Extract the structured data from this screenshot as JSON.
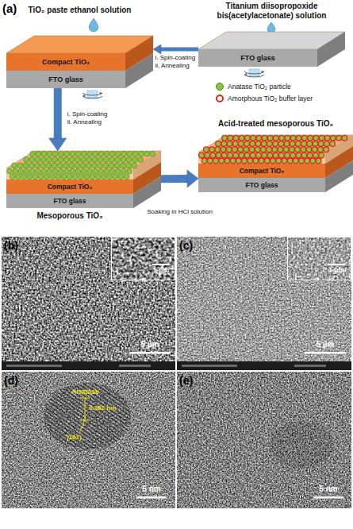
{
  "diagram": {
    "nodes": [
      {
        "text": [
          "TiO₂ paste ethanol solution"
        ]
      },
      {
        "text": [
          "Compact TiO₂"
        ],
        "in": 0
      },
      {
        "text": [
          "FTO glass"
        ],
        "in": 0
      },
      {
        "text": [
          "Titanium diisopropoxide bis(acetylacetonate) solution"
        ]
      },
      {
        "text": [
          "FTO glass"
        ],
        "in": 3
      },
      {
        "text": [
          "Mesoporous TiO₂"
        ]
      },
      {
        "text": [
          "Compact TiO₂"
        ],
        "in": 5
      },
      {
        "text": [
          "FTO glass"
        ],
        "in": 5
      },
      {
        "text": [
          "Acid-treated mesoporous TiO₂"
        ]
      },
      {
        "text": [
          "Compact TiO₂"
        ],
        "in": 8
      },
      {
        "text": [
          "FTO glass"
        ],
        "in": 8
      }
    ],
    "edges": [
      {
        "from": 3,
        "to": 0,
        "arrow": "to",
        "label": "i. Spin-coating ii. Annealing"
      },
      {
        "from": 0,
        "to": 5,
        "arrow": "to",
        "label": "i. Spin-coating ii. Annealing"
      },
      {
        "from": 5,
        "to": 8,
        "arrow": "to",
        "label": "Soaking in HCl solution"
      }
    ],
    "labels": [
      "(a)",
      "(b)",
      "1 µm",
      "5 µm",
      "(c)",
      "1 µm",
      "5 µm",
      "(d)",
      "Anatase",
      "0.352 nm",
      "(101)",
      "5 nm",
      "(e)",
      "5 nm"
    ],
    "legend": [
      {
        "text": "Anatase TiO₂ particle",
        "color": "#8cc63f"
      },
      {
        "text": "Amorphous TiO₂ buffer layer"
      }
    ]
  }
}
